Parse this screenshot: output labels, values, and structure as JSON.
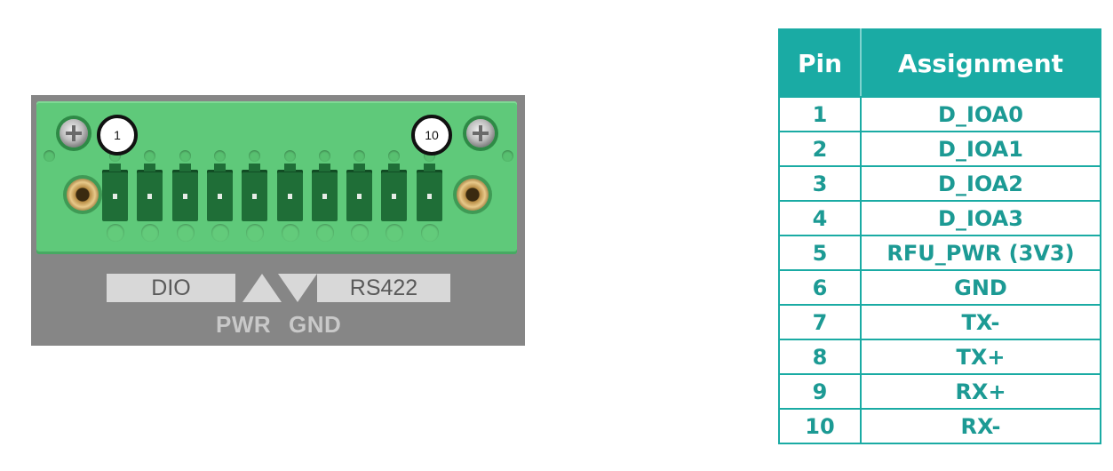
{
  "connector": {
    "callout_first": "1",
    "callout_last": "10",
    "label_dio": "DIO",
    "label_rs422": "RS422",
    "label_pwr": "PWR",
    "label_gnd": "GND"
  },
  "table": {
    "headers": {
      "pin": "Pin",
      "assignment": "Assignment"
    },
    "rows": [
      {
        "pin": "1",
        "assignment": "D_IOA0"
      },
      {
        "pin": "2",
        "assignment": "D_IOA1"
      },
      {
        "pin": "3",
        "assignment": "D_IOA2"
      },
      {
        "pin": "4",
        "assignment": "D_IOA3"
      },
      {
        "pin": "5",
        "assignment": "RFU_PWR (3V3)"
      },
      {
        "pin": "6",
        "assignment": "GND"
      },
      {
        "pin": "7",
        "assignment": "TX-"
      },
      {
        "pin": "8",
        "assignment": "TX+"
      },
      {
        "pin": "9",
        "assignment": "RX+"
      },
      {
        "pin": "10",
        "assignment": "RX-"
      }
    ]
  },
  "colors": {
    "table_accent": "#1aaba4",
    "table_text": "#1c9a94",
    "terminal_green": "#5fc97a",
    "panel_gray": "#868686"
  }
}
